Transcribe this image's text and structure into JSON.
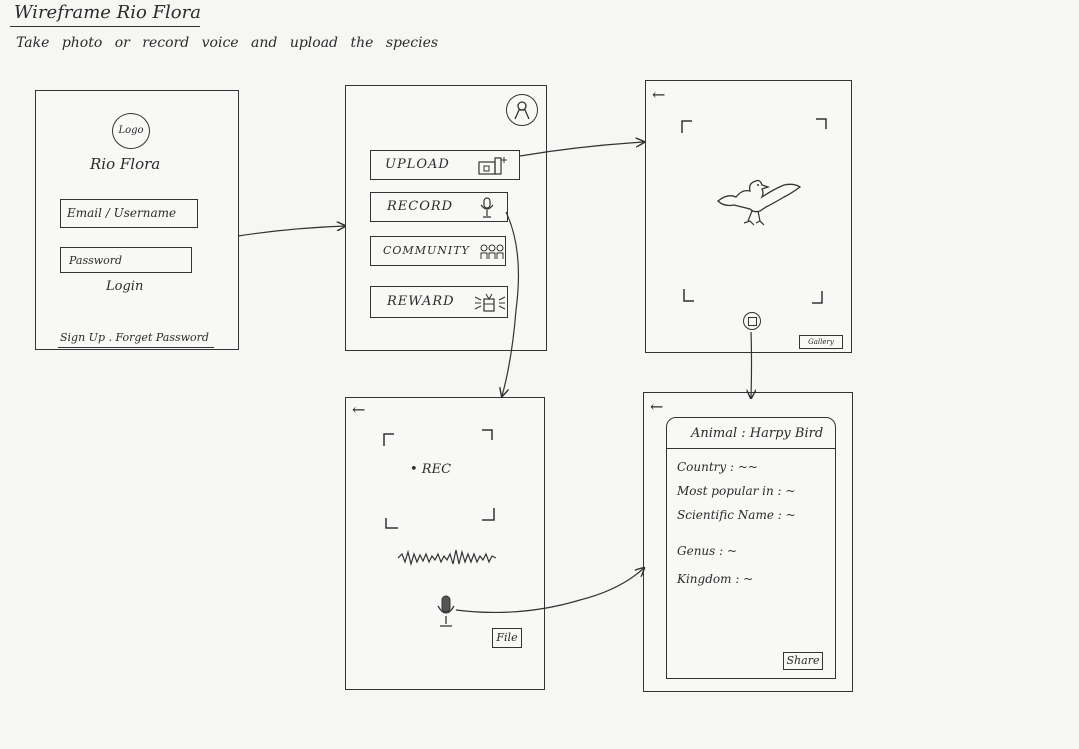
{
  "header": {
    "title": "Wireframe Rio Flora",
    "subtitle": "Take photo or record voice and upload the species"
  },
  "login": {
    "logo": "Logo",
    "app_name": "Rio Flora",
    "email_field": "Email / Username",
    "password_field": "Password",
    "login_button": "Login",
    "footer": "Sign Up . Forget Password"
  },
  "menu": {
    "buttons": [
      "UPLOAD",
      "RECORD",
      "COMMUNITY",
      "REWARD"
    ],
    "icons": [
      "user-icon",
      "upload-icon",
      "mic-icon",
      "community-icon",
      "reward-icon"
    ]
  },
  "camera": {
    "back": "←",
    "gallery_button": "Gallery"
  },
  "recorder": {
    "back": "←",
    "status": "• REC",
    "file_button": "File"
  },
  "result": {
    "back": "←",
    "title": "Animal : Harpy Bird",
    "fields": [
      "Country : ~~",
      "Most popular in : ~",
      "Scientific Name : ~",
      "Genus : ~",
      "Kingdom : ~"
    ],
    "share_button": "Share"
  }
}
